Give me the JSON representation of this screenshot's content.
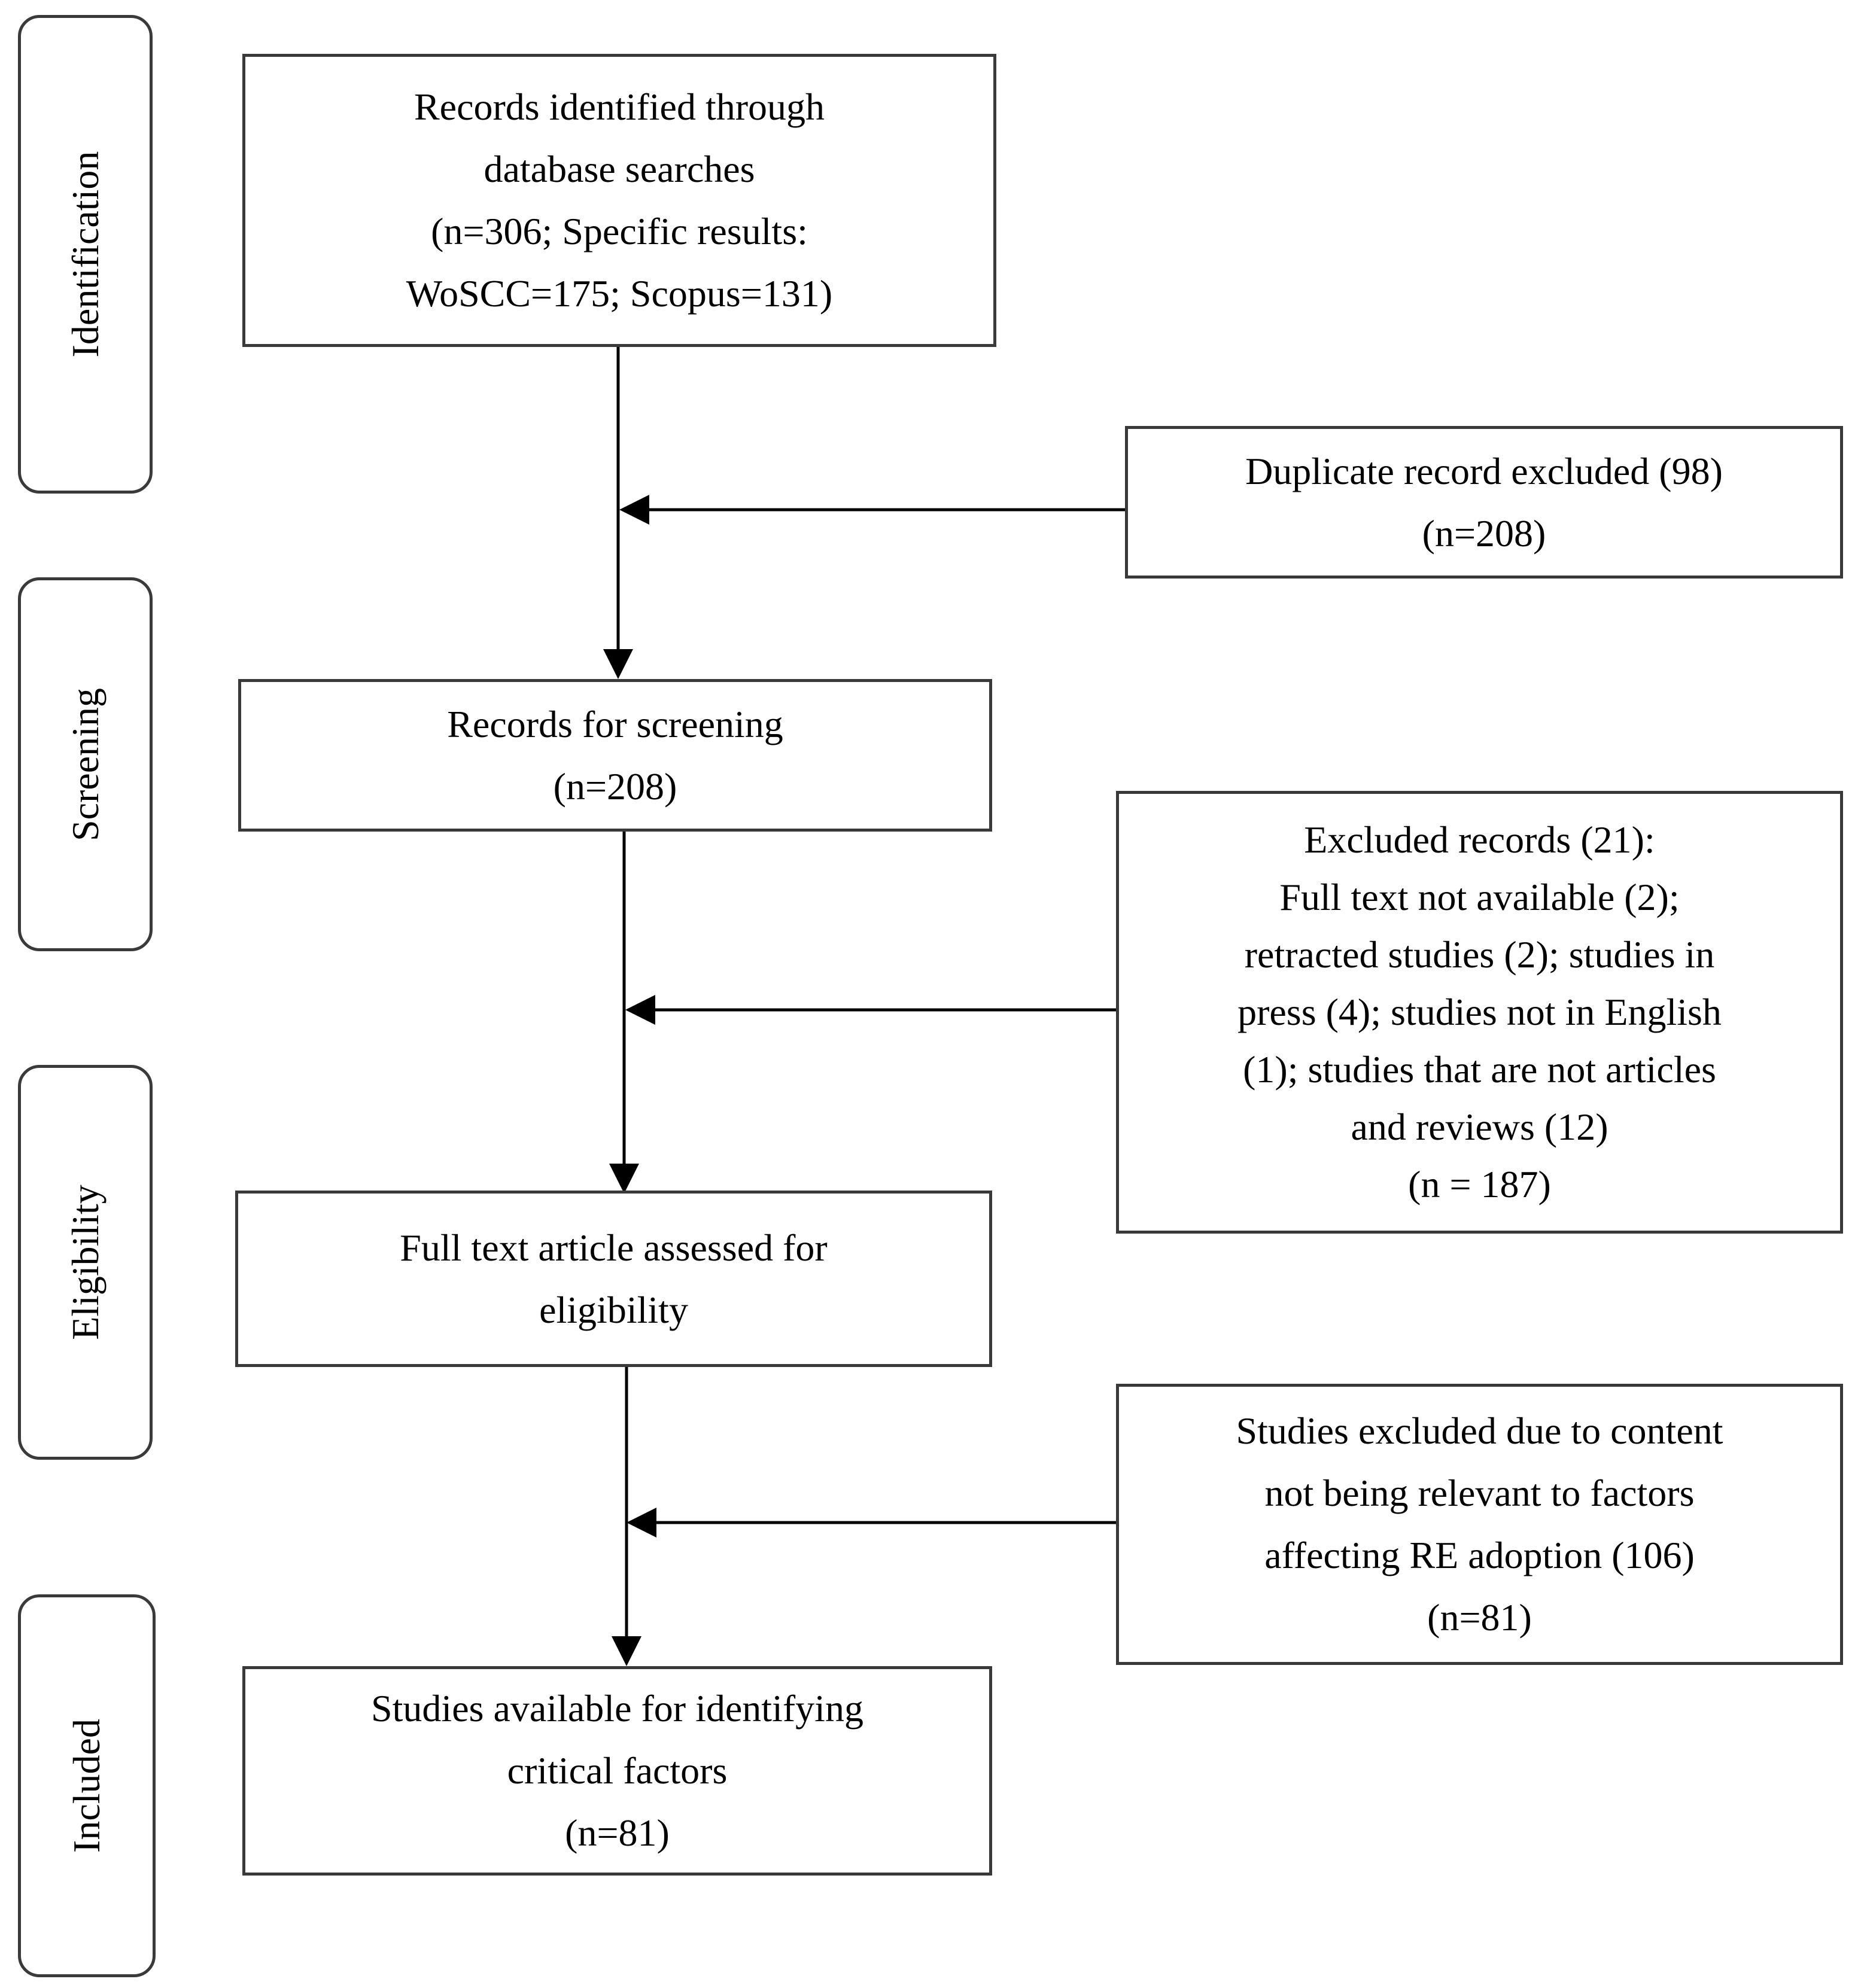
{
  "stages": {
    "identification": "Identification",
    "screening": "Screening",
    "eligibility": "Eligibility",
    "included": "Included"
  },
  "boxes": {
    "identified": {
      "lines": [
        "Records identified through",
        "database searches",
        "(n=306; Specific results:",
        "WoSCC=175; Scopus=131)"
      ]
    },
    "duplicates": {
      "lines": [
        "Duplicate record excluded (98)",
        "(n=208)"
      ]
    },
    "screening": {
      "lines": [
        "Records for screening",
        "(n=208)"
      ]
    },
    "excluded_records": {
      "lines": [
        "Excluded records (21):",
        "Full text not available (2);",
        "retracted studies (2); studies in",
        "press (4); studies not in English",
        "(1); studies that are not articles",
        "and reviews (12)",
        "(n = 187)"
      ]
    },
    "eligibility": {
      "lines": [
        "Full text article assessed for",
        "eligibility"
      ]
    },
    "excluded_content": {
      "lines": [
        "Studies excluded due to content",
        "not being relevant to factors",
        "affecting RE adoption (106)",
        "(n=81)"
      ]
    },
    "included": {
      "lines": [
        "Studies available for identifying",
        "critical factors",
        "(n=81)"
      ]
    }
  }
}
